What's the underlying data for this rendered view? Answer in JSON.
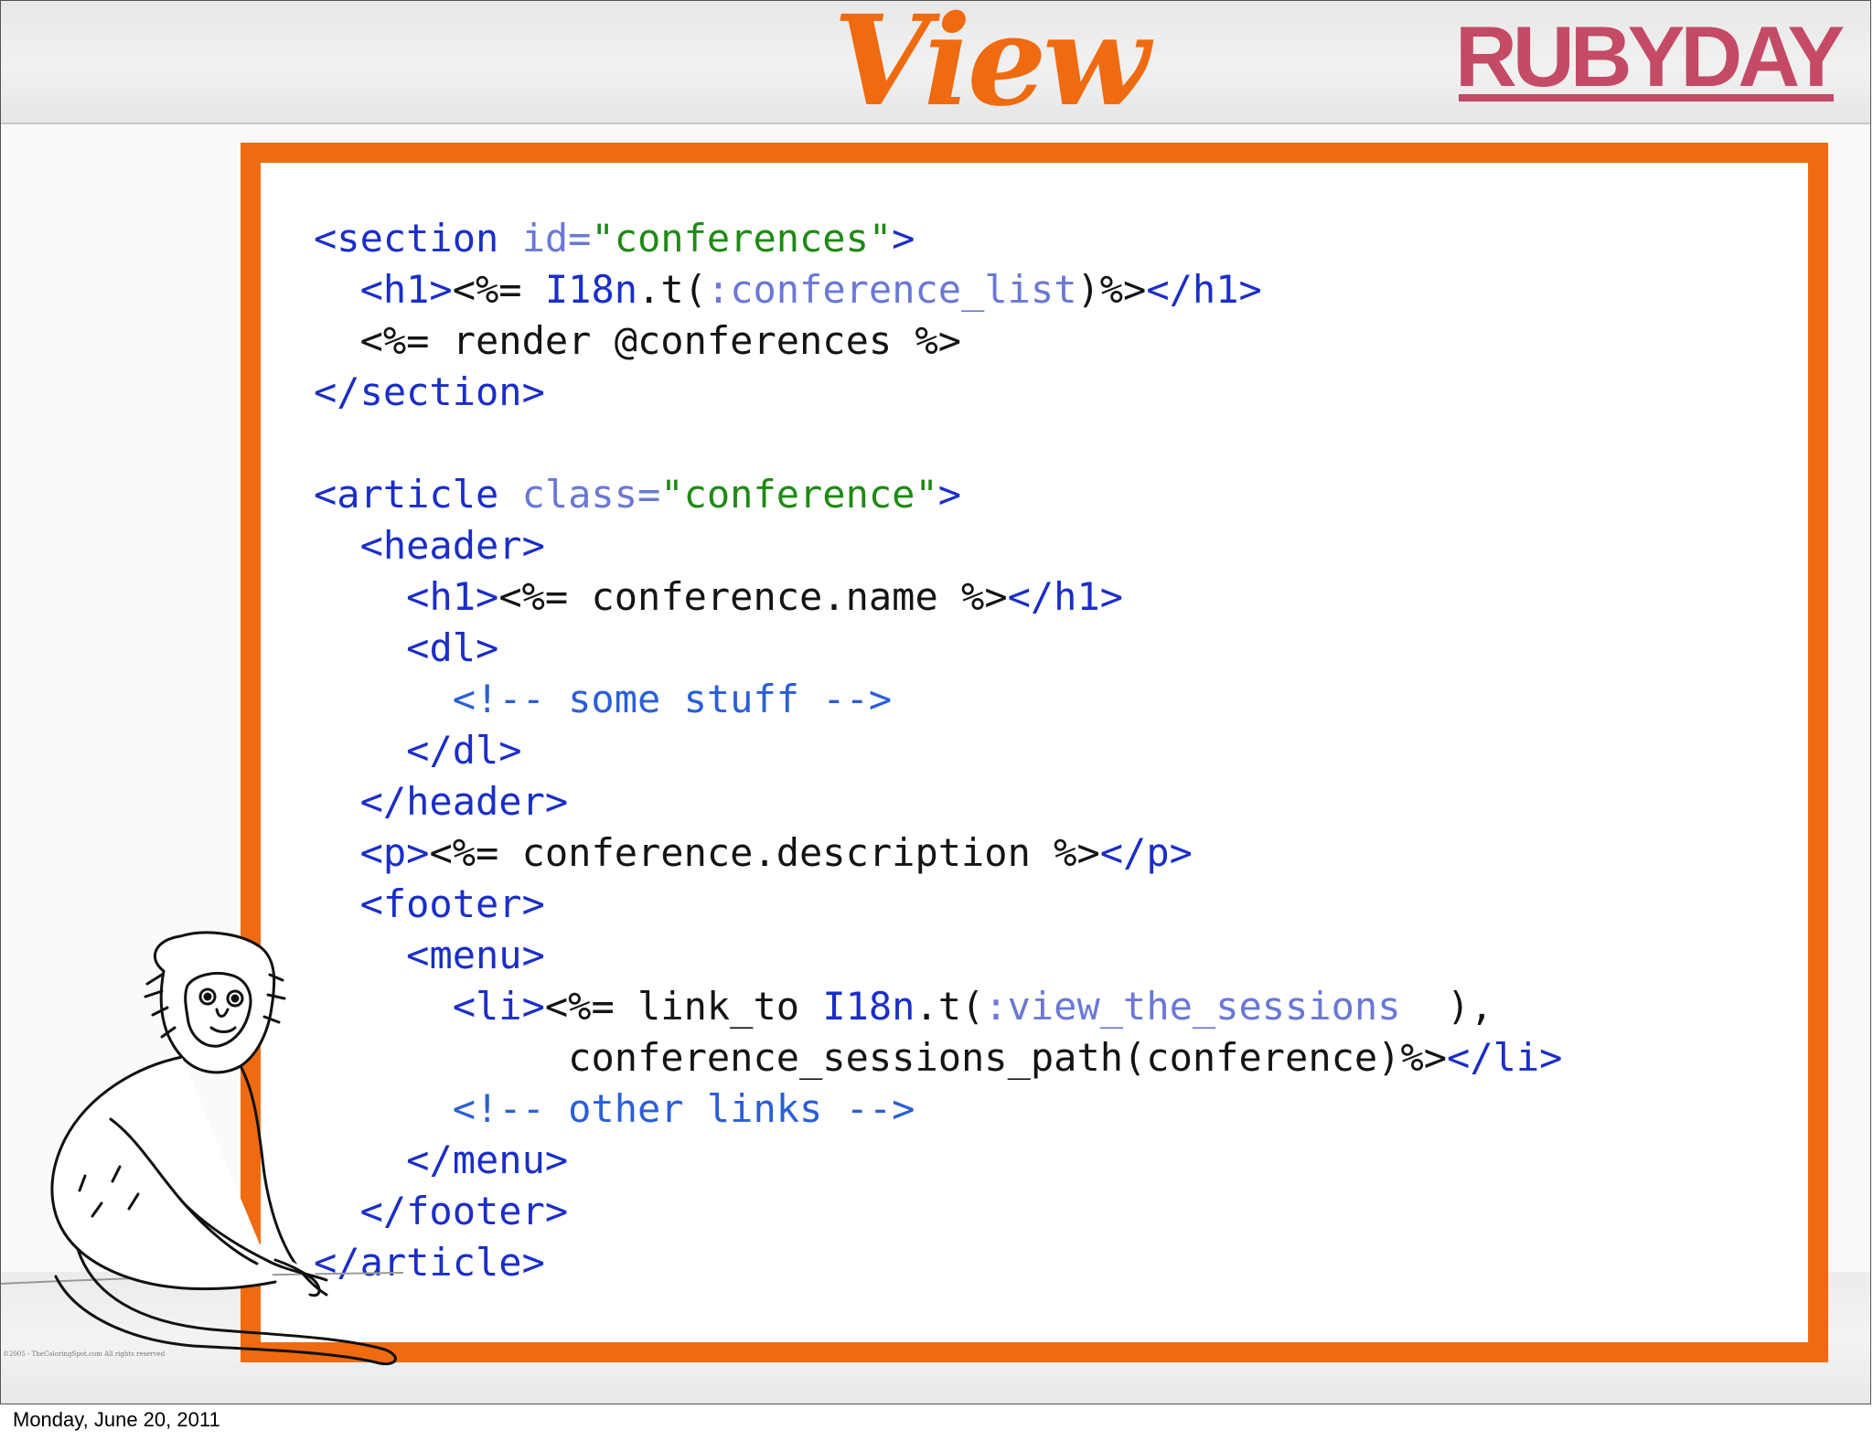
{
  "slide": {
    "title": "View",
    "brand": "RUBYDAY",
    "credit": "©2005 - TheColoringSpot.com  All rights reserved",
    "colors": {
      "accent": "#f06a10",
      "brand": "#c44a66",
      "tag": "#1a2ec8",
      "string": "#1f8a14",
      "symbol": "#6a78d6",
      "text": "#141414"
    }
  },
  "code": {
    "l1": {
      "a": "<section ",
      "b": "id=",
      "c": "\"conferences\"",
      "d": ">"
    },
    "l2": {
      "indent": "  ",
      "a": "<h1>",
      "b": "<%= ",
      "c": "I18n",
      "d": ".t(",
      "e": ":conference_list",
      "f": ")%>",
      "g": "</h1>"
    },
    "l3": {
      "indent": "  ",
      "a": "<%= render @conferences %>"
    },
    "l4": {
      "a": "</section>"
    },
    "l6": {
      "a": "<article ",
      "b": "class=",
      "c": "\"conference\"",
      "d": ">"
    },
    "l7": {
      "indent": "  ",
      "a": "<header>"
    },
    "l8": {
      "indent": "    ",
      "a": "<h1>",
      "b": "<%= conference.name %>",
      "c": "</h1>"
    },
    "l9": {
      "indent": "    ",
      "a": "<dl>"
    },
    "l10": {
      "indent": "      ",
      "a": "<!-- some stuff -->"
    },
    "l11": {
      "indent": "    ",
      "a": "</dl>"
    },
    "l12": {
      "indent": "  ",
      "a": "</header>"
    },
    "l13": {
      "indent": "  ",
      "a": "<p>",
      "b": "<%= conference.description %>",
      "c": "</p>"
    },
    "l14": {
      "indent": "  ",
      "a": "<footer>"
    },
    "l15": {
      "indent": "    ",
      "a": "<menu>"
    },
    "l16": {
      "indent": "      ",
      "a": "<li>",
      "b": "<%= link_to ",
      "c": "I18n",
      "d": ".t(",
      "e": ":view_the_sessions",
      "f": "  ),"
    },
    "l17": {
      "indent": "           ",
      "a": "conference_sessions_path(conference)%>",
      "b": "</li>"
    },
    "l18": {
      "indent": "      ",
      "a": "<!-- other links -->"
    },
    "l19": {
      "indent": "    ",
      "a": "</menu>"
    },
    "l20": {
      "indent": "  ",
      "a": "</footer>"
    },
    "l21": {
      "a": "</article>"
    }
  },
  "footer": {
    "date": "Monday, June 20, 2011"
  }
}
